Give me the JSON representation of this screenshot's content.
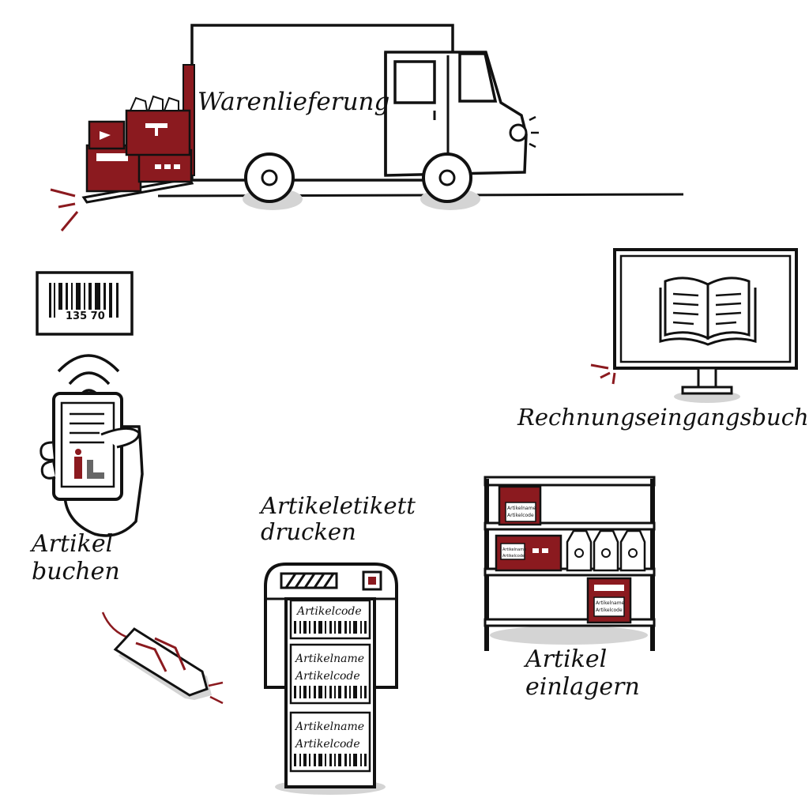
{
  "labels": {
    "delivery": "Warenlieferung",
    "book_item": "Artikel buchen",
    "print_label": "Artikeletikett drucken",
    "invoice_book": "Rechnungseingangsbuch",
    "store_item": "Artikel einlagern"
  },
  "barcode": {
    "digits": "135 70"
  },
  "print_labels": [
    {
      "name": "",
      "code": "Artikelcode"
    },
    {
      "name": "Artikelname",
      "code": "Artikelcode"
    },
    {
      "name": "Artikelname",
      "code": "Artikelcode"
    }
  ],
  "shelf_tags": {
    "name": "Artikelname",
    "code": "Artikelcode"
  },
  "colors": {
    "accent": "#8b1a1f",
    "ink": "#111111",
    "shadow": "#d4d4d4"
  }
}
